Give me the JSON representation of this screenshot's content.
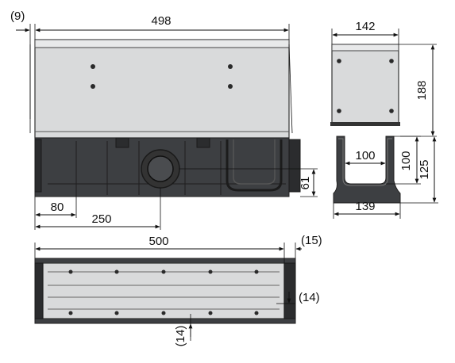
{
  "front_view": {
    "gap_label": "(9)",
    "length_label": "498",
    "base_label": "80",
    "outlet_position_label": "250",
    "outlet_height_label": "61"
  },
  "side_view": {
    "width_label": "142",
    "height_label": "188",
    "inner_width_label": "100",
    "inner_depth_label": "100",
    "body_height_label": "125",
    "base_width_label": "139"
  },
  "top_view": {
    "length_label": "500",
    "end_label": "(15)",
    "side_offset_label": "(14)",
    "bottom_offset_label": "(14)"
  },
  "colors": {
    "body": "#3d3f42",
    "grate": "#d9dadb",
    "line": "#111111"
  }
}
